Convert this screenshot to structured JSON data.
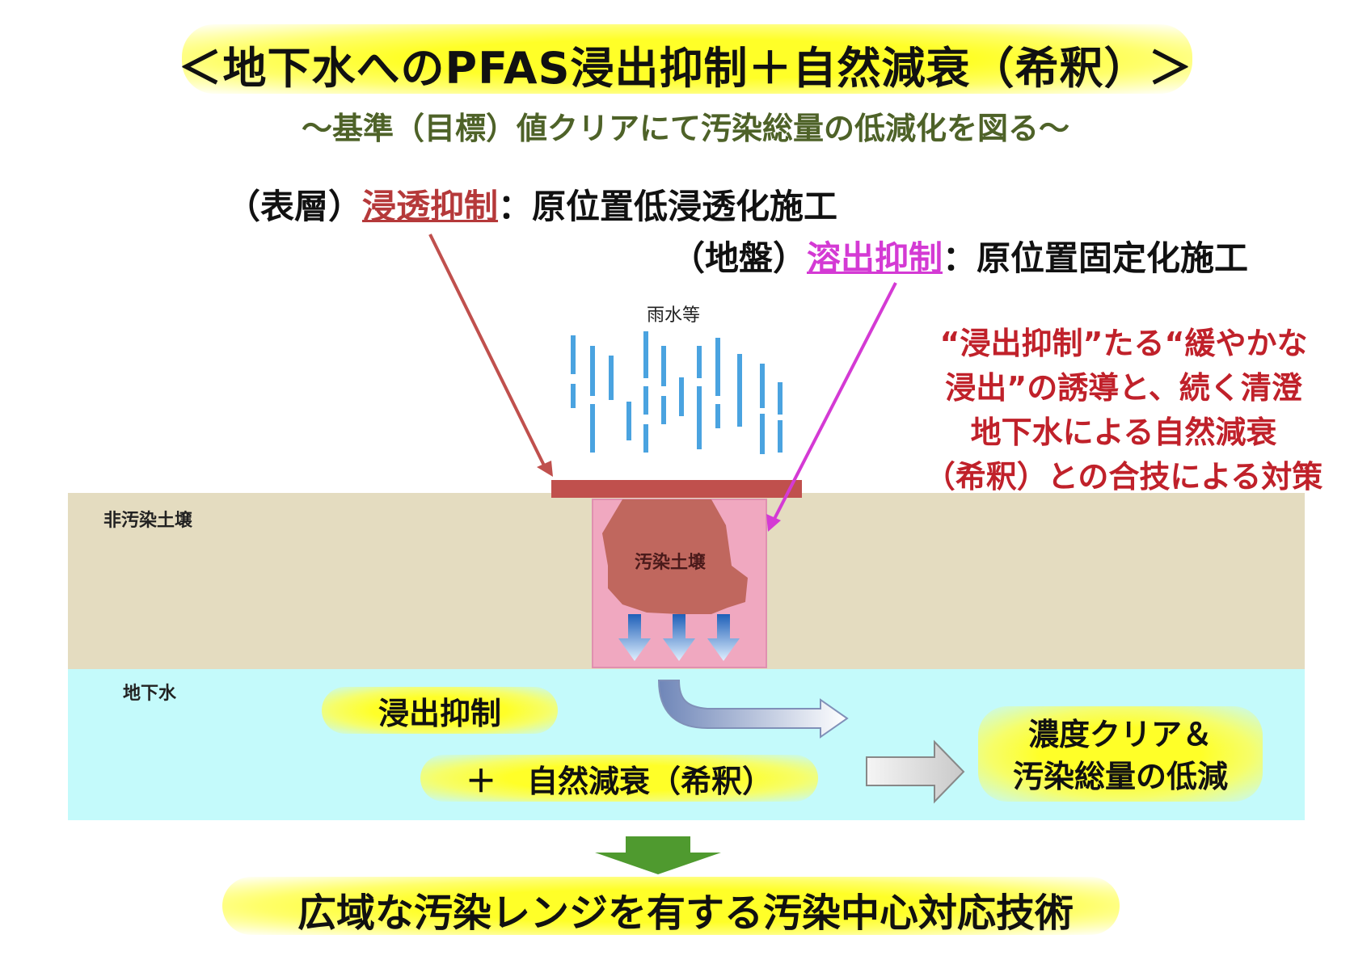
{
  "title": "＜地下水へのPFAS浸出抑制＋自然減衰（希釈）＞",
  "subtitle": "～基準（目標）値クリアにて汚染総量の低減化を図る～",
  "surface": {
    "prefix": "（表層）",
    "keyword": "浸透抑制",
    "suffix": "：原位置低浸透化施工"
  },
  "ground": {
    "prefix": "（地盤）",
    "keyword": "溶出抑制",
    "suffix": "：原位置固定化施工"
  },
  "note_lines": [
    "“浸出抑制”たる“緩やかな",
    "浸出”の誘導と、続く清澄",
    "地下水による自然減衰",
    "（希釈）との合技による対策"
  ],
  "labels": {
    "rain": "雨水等",
    "clean_soil": "非汚染土壌",
    "contaminated_soil": "汚染土壌",
    "groundwater": "地下水",
    "leach_suppression": "浸出抑制",
    "natural_attenuation": "＋　自然減衰（希釈）",
    "result_line1": "濃度クリア＆",
    "result_line2": "汚染総量の低減"
  },
  "bottom_text": "広域な汚染レンジを有する汚染中心対応技術",
  "colors": {
    "soil": "#e4dcc0",
    "groundwater": "#c4fafb",
    "cap": "#c0504d",
    "treated_zone": "#f0a8c0",
    "contaminant": "#c0675e",
    "rain": "#4aa3e0",
    "highlight": "#ffff33",
    "note_red": "#c0212a",
    "keyword_red": "#b5393a",
    "keyword_magenta": "#d43ad4",
    "subtitle_green": "#4e6228",
    "down_arrow_green": "#4f9a2f"
  }
}
